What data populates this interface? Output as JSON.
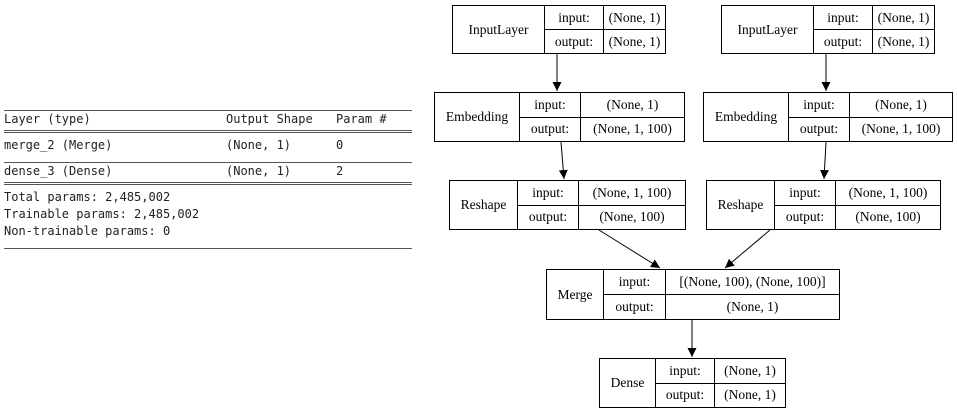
{
  "summary": {
    "header": {
      "layer": "Layer (type)",
      "shape": "Output Shape",
      "param": "Param #"
    },
    "rows": [
      {
        "layer": "merge_2 (Merge)",
        "shape": "(None, 1)",
        "param": "0"
      },
      {
        "layer": "dense_3 (Dense)",
        "shape": "(None, 1)",
        "param": "2"
      }
    ],
    "total": "Total params: 2,485,002",
    "trainable": "Trainable params: 2,485,002",
    "non_trainable": "Non-trainable params: 0"
  },
  "graph": {
    "input_a": {
      "name": "InputLayer",
      "in_label": "input:",
      "in_val": "(None, 1)",
      "out_label": "output:",
      "out_val": "(None, 1)"
    },
    "input_b": {
      "name": "InputLayer",
      "in_label": "input:",
      "in_val": "(None, 1)",
      "out_label": "output:",
      "out_val": "(None, 1)"
    },
    "embed_a": {
      "name": "Embedding",
      "in_label": "input:",
      "in_val": "(None, 1)",
      "out_label": "output:",
      "out_val": "(None, 1, 100)"
    },
    "embed_b": {
      "name": "Embedding",
      "in_label": "input:",
      "in_val": "(None, 1)",
      "out_label": "output:",
      "out_val": "(None, 1, 100)"
    },
    "reshape_a": {
      "name": "Reshape",
      "in_label": "input:",
      "in_val": "(None, 1, 100)",
      "out_label": "output:",
      "out_val": "(None, 100)"
    },
    "reshape_b": {
      "name": "Reshape",
      "in_label": "input:",
      "in_val": "(None, 1, 100)",
      "out_label": "output:",
      "out_val": "(None, 100)"
    },
    "merge": {
      "name": "Merge",
      "in_label": "input:",
      "in_val": "[(None, 100), (None, 100)]",
      "out_label": "output:",
      "out_val": "(None, 1)"
    },
    "dense": {
      "name": "Dense",
      "in_label": "input:",
      "in_val": "(None, 1)",
      "out_label": "output:",
      "out_val": "(None, 1)"
    }
  }
}
